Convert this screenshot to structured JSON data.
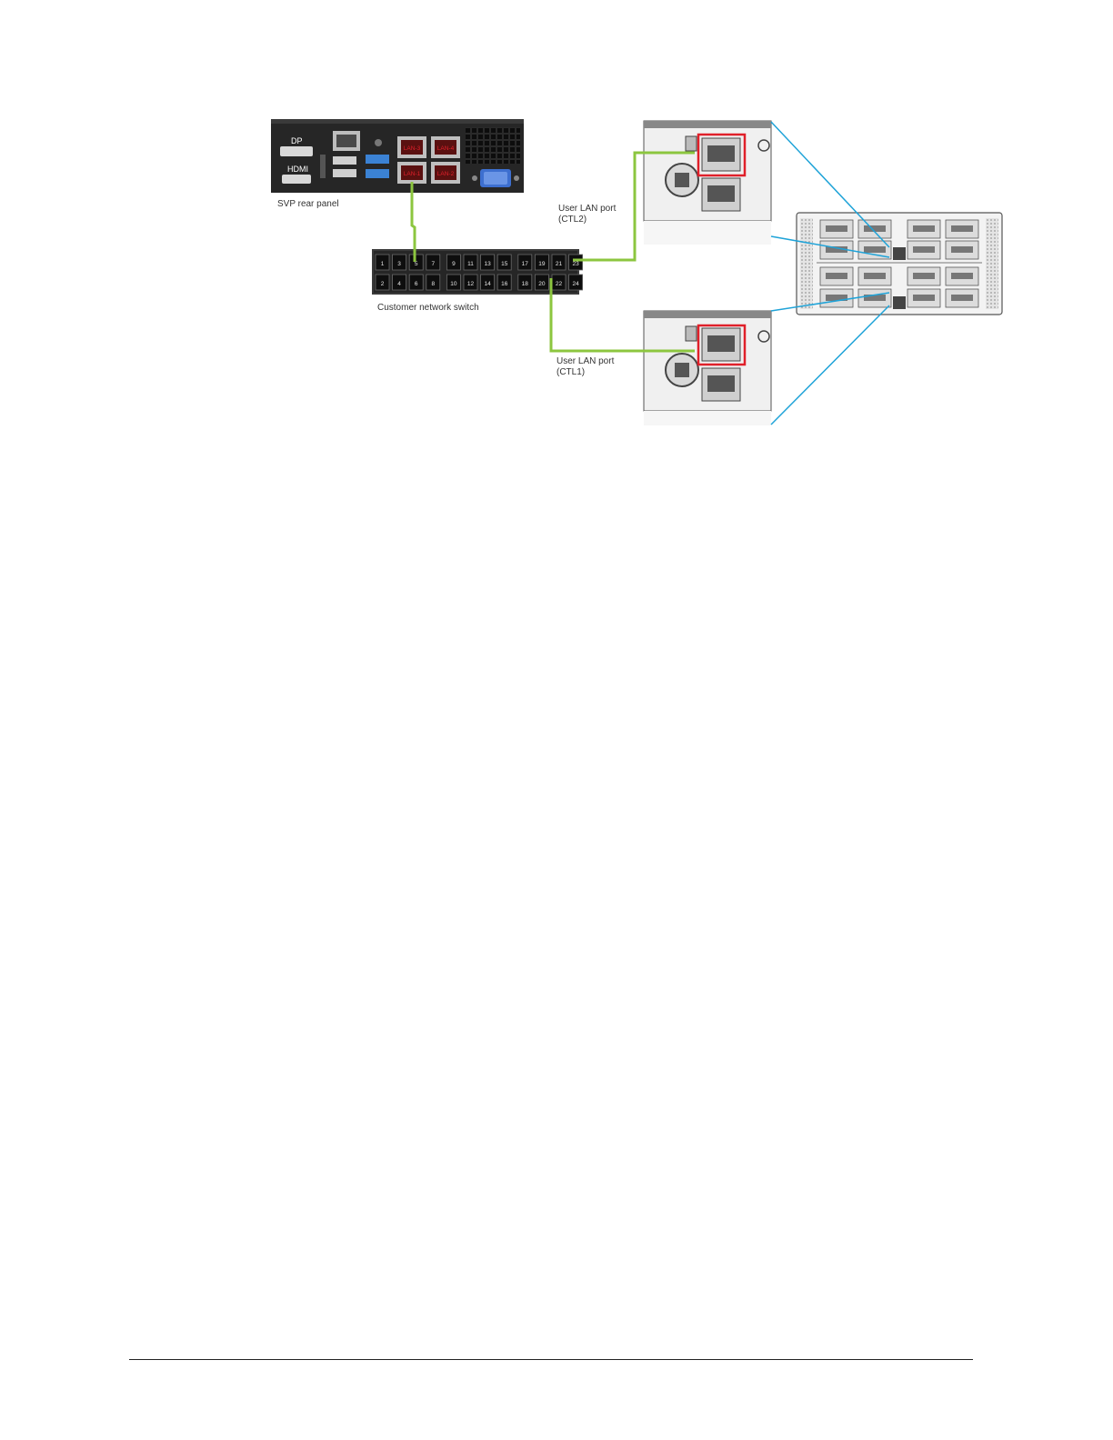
{
  "svp": {
    "caption": "SVP rear panel",
    "port_dp": "DP",
    "port_hdmi": "HDMI",
    "lan_ports": [
      "LAN-3",
      "LAN-4",
      "LAN-1",
      "LAN-2"
    ]
  },
  "switch": {
    "caption": "Customer network switch",
    "top_row": [
      "1",
      "3",
      "5",
      "7",
      "9",
      "11",
      "13",
      "15",
      "17",
      "19",
      "21",
      "23"
    ],
    "bottom_row": [
      "2",
      "4",
      "6",
      "8",
      "10",
      "12",
      "14",
      "16",
      "18",
      "20",
      "22",
      "24"
    ]
  },
  "ctl2": {
    "line1": "User LAN port",
    "line2": "(CTL2)"
  },
  "ctl1": {
    "line1": "User LAN port",
    "line2": "(CTL1)"
  },
  "colors": {
    "cable": "#8cc63f",
    "leader": "#1fa3d8",
    "highlight": "#e0202a"
  }
}
